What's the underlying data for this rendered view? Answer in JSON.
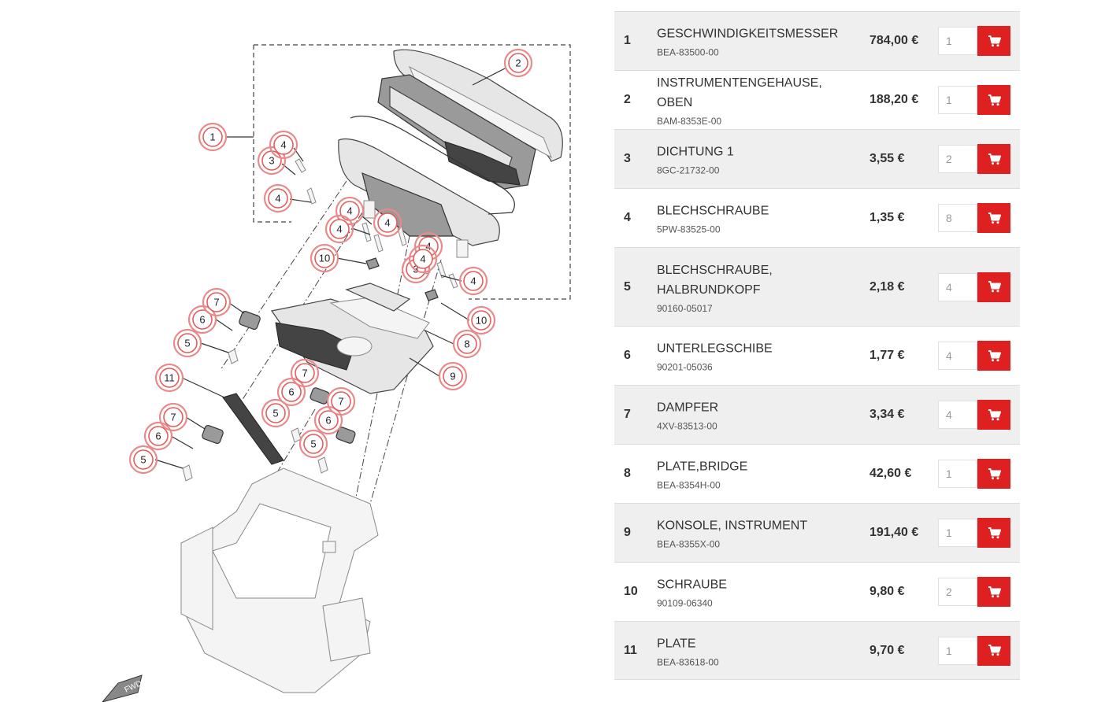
{
  "diagram": {
    "callout_labels": [
      "1",
      "2",
      "3",
      "4",
      "5",
      "6",
      "7",
      "8",
      "9",
      "10",
      "11"
    ],
    "fwd_label": "FWD"
  },
  "parts_table": {
    "currency_suffix": "€",
    "cart_icon": "shopping-cart-icon",
    "cart_color": "#df2020",
    "rows": [
      {
        "pos": "1",
        "name": "GESCHWINDIGKEITSMESSER",
        "number": "BEA-83500-00",
        "price": "784,00 €",
        "qty": "1"
      },
      {
        "pos": "2",
        "name": "INSTRUMENTENGEHAUSE, OBEN",
        "number": "BAM-8353E-00",
        "price": "188,20 €",
        "qty": "1"
      },
      {
        "pos": "3",
        "name": "DICHTUNG 1",
        "number": "8GC-21732-00",
        "price": "3,55 €",
        "qty": "2"
      },
      {
        "pos": "4",
        "name": "BLECHSCHRAUBE",
        "number": "5PW-83525-00",
        "price": "1,35 €",
        "qty": "8"
      },
      {
        "pos": "5",
        "name": "BLECHSCHRAUBE, HALBRUNDKOPF",
        "number": "90160-05017",
        "price": "2,18 €",
        "qty": "4"
      },
      {
        "pos": "6",
        "name": "UNTERLEGSCHIBE",
        "number": "90201-05036",
        "price": "1,77 €",
        "qty": "4"
      },
      {
        "pos": "7",
        "name": "DAMPFER",
        "number": "4XV-83513-00",
        "price": "3,34 €",
        "qty": "4"
      },
      {
        "pos": "8",
        "name": "PLATE,BRIDGE",
        "number": "BEA-8354H-00",
        "price": "42,60 €",
        "qty": "1"
      },
      {
        "pos": "9",
        "name": "KONSOLE, INSTRUMENT",
        "number": "BEA-8355X-00",
        "price": "191,40 €",
        "qty": "1"
      },
      {
        "pos": "10",
        "name": "SCHRAUBE",
        "number": "90109-06340",
        "price": "9,80 €",
        "qty": "2"
      },
      {
        "pos": "11",
        "name": "PLATE",
        "number": "BEA-83618-00",
        "price": "9,70 €",
        "qty": "1"
      }
    ]
  }
}
